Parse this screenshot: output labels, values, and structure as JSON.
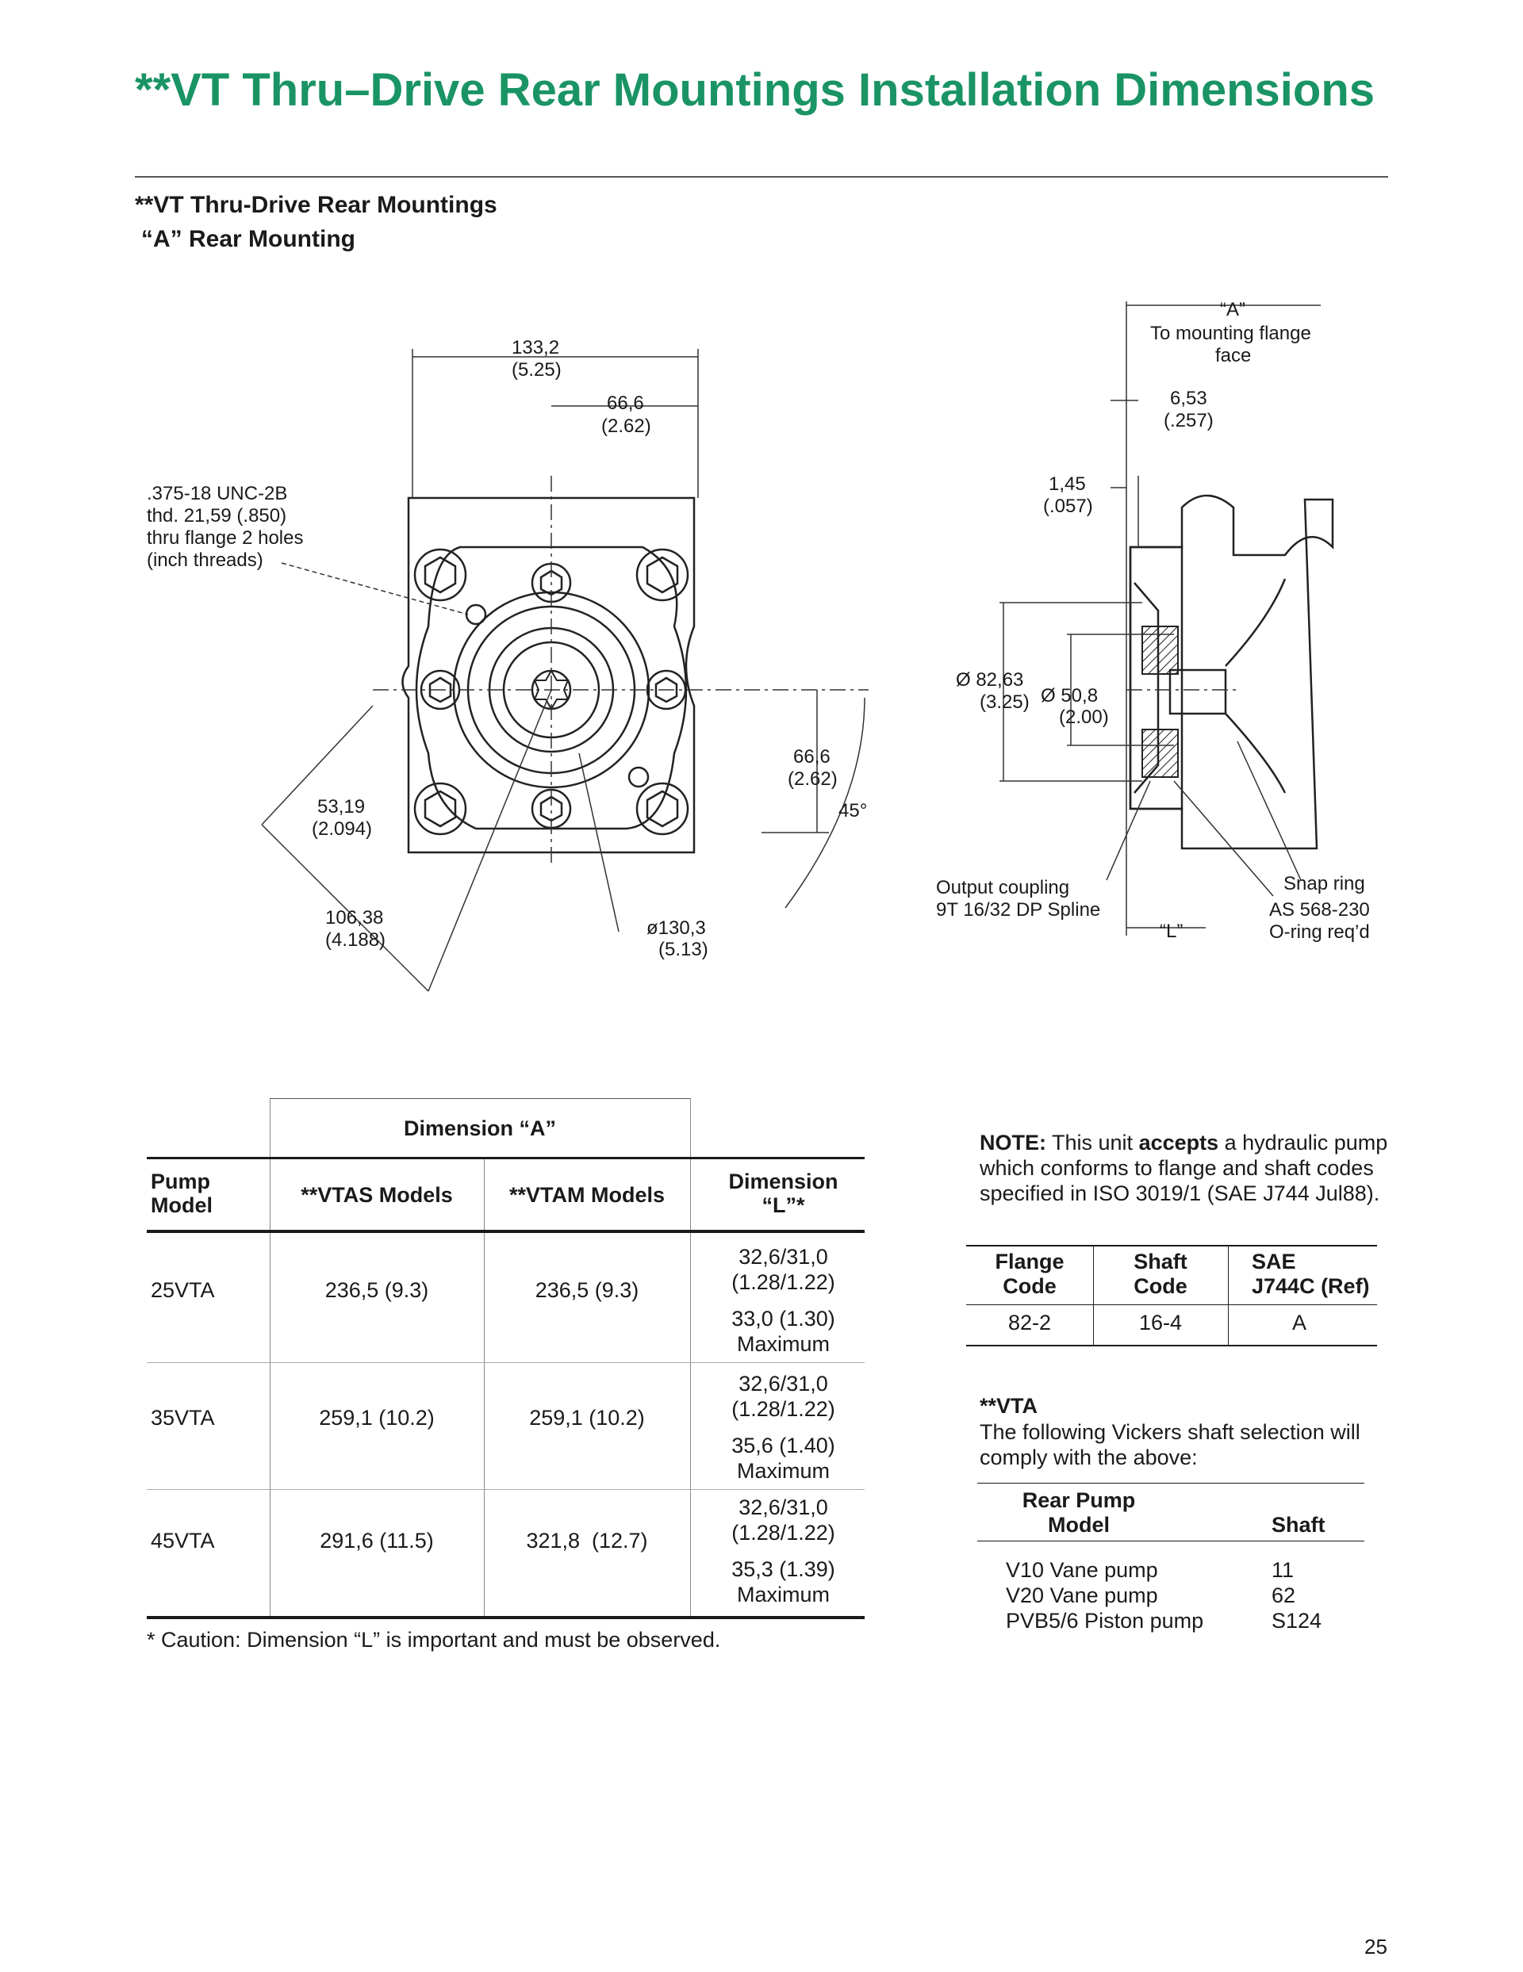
{
  "page": {
    "title": "**VT Thru–Drive Rear Mountings Installation Dimensions",
    "subtitle1": "**VT Thru-Drive Rear Mountings",
    "subtitle2": "“A” Rear Mounting",
    "page_number": "25"
  },
  "drawing": {
    "dim_133": "133,2",
    "dim_133_in": "(5.25)",
    "dim_66_top": "66,6",
    "dim_66_top_in": "(2.62)",
    "thread_1": ".375-18 UNC-2B",
    "thread_2": "thd. 21,59 (.850)",
    "thread_3": "thru flange 2 holes",
    "thread_4": "(inch threads)",
    "dim_66_side": "66,6",
    "dim_66_side_in": "(2.62)",
    "angle": "45°",
    "dim_53": "53,19",
    "dim_53_in": "(2.094)",
    "dim_106": "106,38",
    "dim_106_in": "(4.188)",
    "dim_130": "ø130,3",
    "dim_130_in": "(5.13)",
    "a_label": "“A”",
    "a_desc_1": "To mounting flange",
    "a_desc_2": "face",
    "dim_653": "6,53",
    "dim_653_in": "(.257)",
    "dim_145": "1,45",
    "dim_145_in": "(.057)",
    "dim_8263": "Ø 82,63",
    "dim_8263_in": "(3.25)",
    "dim_508": "Ø 50,8",
    "dim_508_in": "(2.00)",
    "coupling_1": "Output coupling",
    "coupling_2": "9T 16/32 DP Spline",
    "l_label": "“L”",
    "snap": "Snap ring",
    "oring_1": "AS 568-230",
    "oring_2": "O-ring req’d"
  },
  "main_table": {
    "group_header": "Dimension “A”",
    "col_pump": "Pump\nModel",
    "col_vtas": "**VTAS Models",
    "col_vtam": "**VTAM Models",
    "col_l": "Dimension\n“L”*",
    "rows": [
      {
        "model": "25VTA",
        "vtas": "236,5 (9.3)",
        "vtam": "236,5 (9.3)",
        "l1": "32,6/31,0",
        "l2": "(1.28/1.22)",
        "l3": "33,0 (1.30)",
        "l4": "Maximum"
      },
      {
        "model": "35VTA",
        "vtas": "259,1 (10.2)",
        "vtam": "259,1 (10.2)",
        "l1": "32,6/31,0",
        "l2": "(1.28/1.22)",
        "l3": "35,6 (1.40)",
        "l4": "Maximum"
      },
      {
        "model": "45VTA",
        "vtas": "291,6 (11.5)",
        "vtam": "321,8  (12.7)",
        "l1": "32,6/31,0",
        "l2": "(1.28/1.22)",
        "l3": "35,3 (1.39)",
        "l4": "Maximum"
      }
    ],
    "caution": "* Caution:  Dimension “L” is important and must be observed."
  },
  "note": {
    "lead": "NOTE:",
    "t1": " This unit ",
    "bold": "accepts",
    "t2": " a hydraulic pump which conforms to flange and shaft codes specified in ISO 3019/1 (SAE J744 Jul88)."
  },
  "code_table": {
    "h1": "Flange\nCode",
    "h2": "Shaft\nCode",
    "h3": "SAE\nJ744C (Ref)",
    "flange": "82-2",
    "shaft": "16-4",
    "sae": "A"
  },
  "vta": {
    "heading": "**VTA",
    "text": "The following Vickers shaft selection will comply with the above:",
    "h1": "Rear Pump\nModel",
    "h2": "Shaft",
    "rows": [
      {
        "model": "V10 Vane pump",
        "shaft": "11"
      },
      {
        "model": "V20 Vane pump",
        "shaft": "62"
      },
      {
        "model": "PVB5/6 Piston pump",
        "shaft": "S124"
      }
    ]
  }
}
